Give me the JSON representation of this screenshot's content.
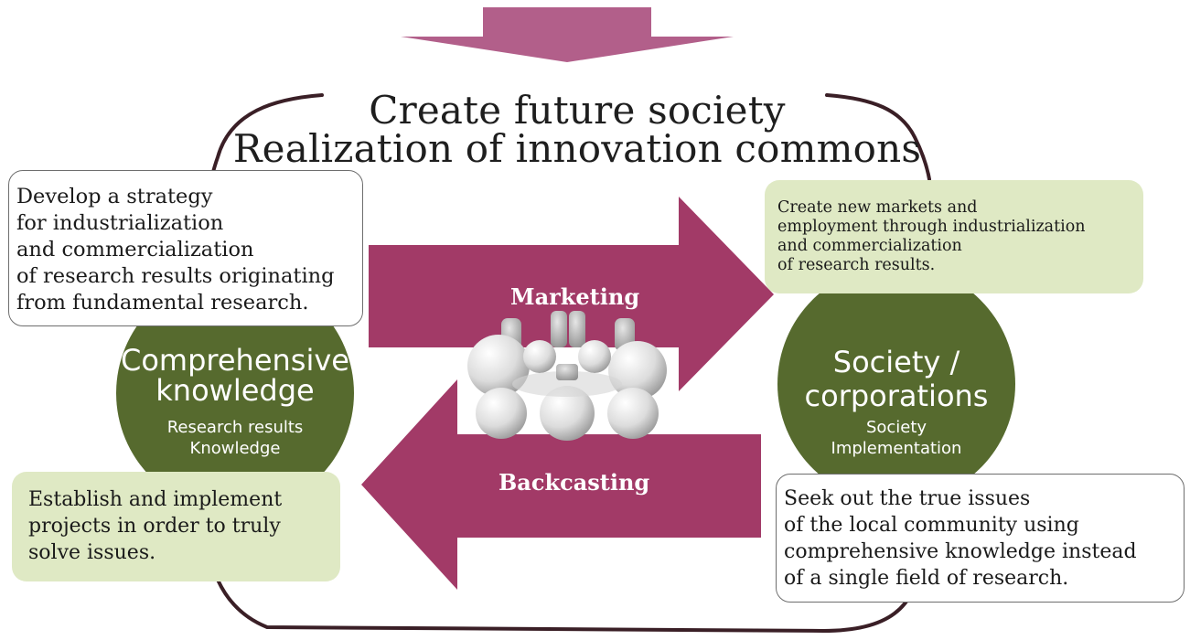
{
  "title": {
    "line1": "Create future society",
    "line2": "Realization of innovation commons"
  },
  "boxes": {
    "develop_strategy": "Develop a strategy\nfor industrialization\nand commercialization\nof research results originating\nfrom fundamental research.",
    "create_markets": "Create new markets and\nemployment through industrialization\nand commercialization\nof research results.",
    "establish_projects": "Establish and implement\nprojects in order to truly\nsolve issues.",
    "seek_issues": "Seek out the true issues\nof the local community using\ncomprehensive knowledge instead\nof a single field of research."
  },
  "circles": {
    "left": {
      "title": "Comprehensive\nknowledge",
      "subtitle": "Research results\nKnowledge"
    },
    "right": {
      "title": "Society /\ncorporations",
      "subtitle": "Society\nImplementation"
    }
  },
  "arrows": {
    "marketing": "Marketing",
    "backcasting": "Backcasting"
  },
  "colors": {
    "arrow": "#a23a67",
    "top_arrow": "#b25f8a",
    "circle": "#566a2e",
    "green_box": "#dfe9c4",
    "frame": "#3a1f26"
  },
  "icons": {
    "center": "people-in-circle-illustration"
  }
}
